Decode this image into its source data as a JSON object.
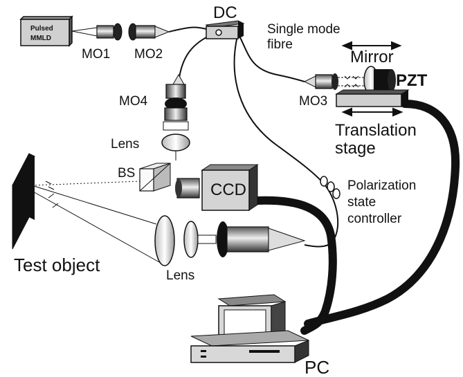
{
  "labels": {
    "laser": "Pulsed MMLD",
    "laser_line1": "Pulsed",
    "laser_line2": "MMLD",
    "mo1": "MO1",
    "mo2": "MO2",
    "dc": "DC",
    "fibre_line1": "Single mode",
    "fibre_line2": "fibre",
    "mirror": "Mirror",
    "pzt": "PZT",
    "mo3": "MO3",
    "mo4": "MO4",
    "stage_line1": "Translation",
    "stage_line2": "stage",
    "lens_upper": "Lens",
    "bs": "BS",
    "ccd": "CCD",
    "pol_line1": "Polarization",
    "pol_line2": "state",
    "pol_line3": "controller",
    "test_object": "Test object",
    "lens_lower": "Lens",
    "pc": "PC"
  },
  "colors": {
    "ink": "#111111",
    "gray_dark": "#3a3a3a",
    "gray_mid": "#8a8a8a",
    "gray_light": "#d9d9d9",
    "paper": "#ffffff"
  }
}
